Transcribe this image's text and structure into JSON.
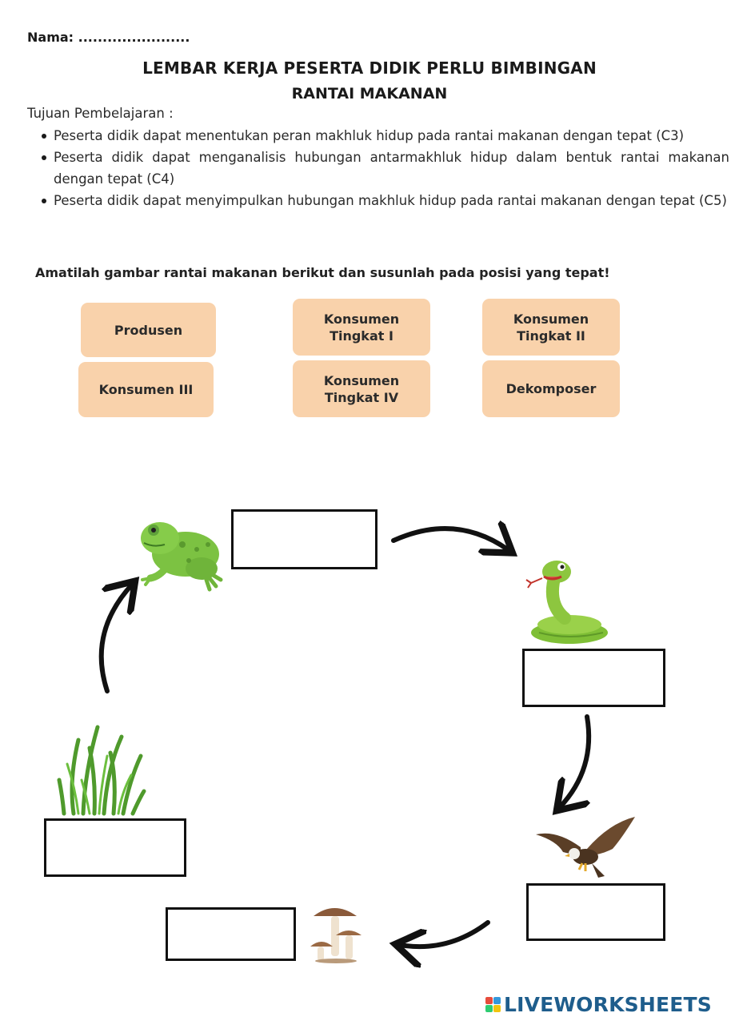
{
  "header": {
    "name_label": "Nama: .......................",
    "title_line1": "LEMBAR KERJA PESERTA DIDIK PERLU BIMBINGAN",
    "title_line2": "RANTAI MAKANAN"
  },
  "objectives": {
    "heading": "Tujuan Pembelajaran :",
    "items": [
      "Peserta didik dapat menentukan peran makhluk hidup pada rantai makanan dengan tepat (C3)",
      "Peserta didik dapat menganalisis hubungan antarmakhluk hidup dalam bentuk rantai makanan dengan tepat (C4)",
      "Peserta didik dapat menyimpulkan hubungan makhluk hidup pada rantai makanan dengan tepat (C5)"
    ]
  },
  "instruction": "Amatilah gambar rantai makanan berikut dan susunlah  pada posisi yang tepat!",
  "options": [
    {
      "label": "Produsen"
    },
    {
      "label": "Konsumen\nTingkat  I"
    },
    {
      "label": "Konsumen\nTingkat II"
    },
    {
      "label": "Konsumen III"
    },
    {
      "label": "Konsumen\nTingkat IV"
    },
    {
      "label": "Dekomposer"
    }
  ],
  "organisms": [
    "frog-icon",
    "snake-icon",
    "eagle-icon",
    "mushroom-icon",
    "grass-icon"
  ],
  "colors": {
    "chip_bg": "#f9d2ab",
    "frog": "#7cc242",
    "snake": "#8dc63f",
    "grass": "#4f9a2c",
    "eagle": "#6b4a2e",
    "brand": "#1e5d8c"
  },
  "brand": "LIVEWORKSHEETS"
}
